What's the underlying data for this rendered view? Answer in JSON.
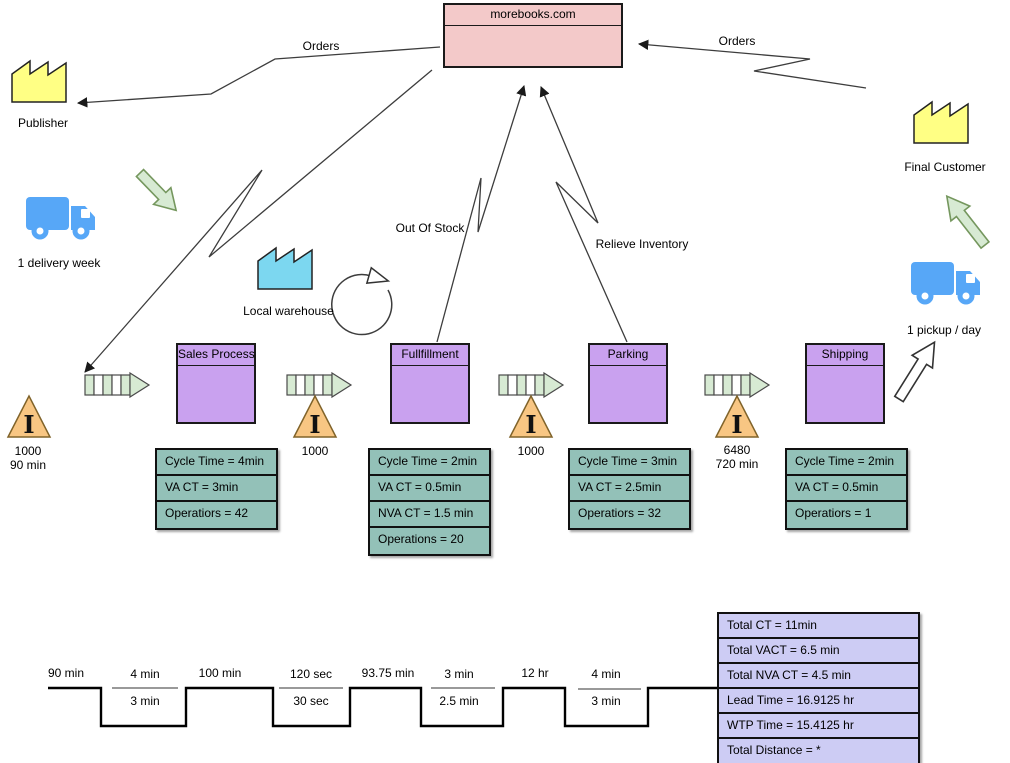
{
  "header": {
    "portal_title": "morebooks.com"
  },
  "entities": {
    "publisher": "Publisher",
    "final_customer": "Final Customer",
    "local_warehouse": "Local warehouse",
    "delivery_frequency": "1 delivery week",
    "pickup_frequency": "1 pickup / day"
  },
  "flows": {
    "orders_left": "Orders",
    "orders_right": "Orders",
    "out_of_stock": "Out Of Stock",
    "relieve_inventory": "Relieve Inventory"
  },
  "processes": [
    {
      "name": "Sales Process",
      "rows": [
        "Cycle Time = 4min",
        "VA CT = 3min",
        "Operatiors = 42"
      ]
    },
    {
      "name": "Fullfillment",
      "rows": [
        "Cycle Time = 2min",
        "VA CT = 0.5min",
        "NVA CT = 1.5 min",
        "Operations = 20"
      ]
    },
    {
      "name": "Parking",
      "rows": [
        "Cycle Time = 3min",
        "VA CT = 2.5min",
        "Operatiors = 32"
      ]
    },
    {
      "name": "Shipping",
      "rows": [
        "Cycle Time = 2min",
        "VA CT = 0.5min",
        "Operatiors = 1"
      ]
    }
  ],
  "inventories": [
    {
      "line1": "1000",
      "line2": "90 min"
    },
    {
      "line1": "1000",
      "line2": ""
    },
    {
      "line1": "1000",
      "line2": ""
    },
    {
      "line1": "6480",
      "line2": "720 min"
    }
  ],
  "timeline": {
    "highs": [
      "90 min",
      "100 min",
      "93.75 min",
      "12 hr"
    ],
    "valleys": [
      {
        "top": "4 min",
        "bottom": "3 min"
      },
      {
        "top": "120 sec",
        "bottom": "30 sec"
      },
      {
        "top": "3 min",
        "bottom": "2.5 min"
      },
      {
        "top": "4 min",
        "bottom": "3 min"
      }
    ]
  },
  "summary": {
    "rows": [
      "Total CT = 11min",
      "Total VACT = 6.5 min",
      "Total NVA CT = 4.5 min",
      "Lead Time = 16.9125 hr",
      "WTP Time = 15.4125 hr",
      "Total Distance = *"
    ]
  },
  "icons": {
    "inventory_symbol": "I"
  },
  "colors": {
    "portal_fill": "#f3c9c9",
    "process_fill": "#c9a1ef",
    "data_table_fill": "#93c1b8",
    "summary_fill": "#cdccf4",
    "inventory_fill": "#f8c683",
    "factory_yellow": "#ffff84",
    "factory_cyan": "#7cd7f0",
    "truck_blue": "#57a7f7",
    "arrow_green": "#d7ead3"
  }
}
